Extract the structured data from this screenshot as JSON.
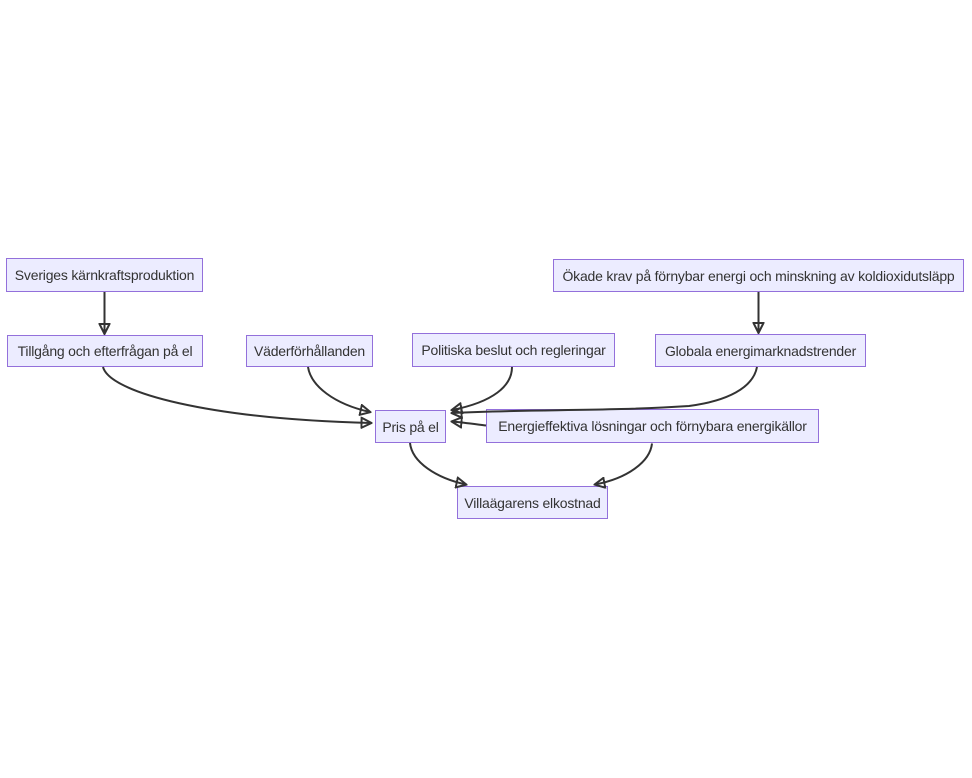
{
  "diagram": {
    "type": "flowchart",
    "direction": "top-down",
    "background": "#ffffff",
    "node_style": {
      "fill": "#ECECFF",
      "border": "#9370DB",
      "text_color": "#333333"
    },
    "edge_style": {
      "color": "#333333",
      "arrowhead": "filled-triangle"
    },
    "nodes": [
      {
        "id": "sveriges-karnkraftsproduktion",
        "label": "Sveriges kärnkraftsproduktion"
      },
      {
        "id": "okade-krav-fornybar-energi",
        "label": "Ökade krav på förnybar energi och minskning av koldioxidutsläpp"
      },
      {
        "id": "tillgang-och-efterfragan",
        "label": "Tillgång och efterfrågan på el"
      },
      {
        "id": "vaderforhallanden",
        "label": "Väderförhållanden"
      },
      {
        "id": "politiska-beslut",
        "label": "Politiska beslut och regleringar"
      },
      {
        "id": "globala-energimarknadstrender",
        "label": "Globala energimarknadstrender"
      },
      {
        "id": "pris-pa-el",
        "label": "Pris på el"
      },
      {
        "id": "energieffektiva-losningar",
        "label": "Energieffektiva lösningar och förnybara energikällor"
      },
      {
        "id": "villaagarens-elkostnad",
        "label": "Villaägarens elkostnad"
      }
    ],
    "edges": [
      {
        "from": "sveriges-karnkraftsproduktion",
        "to": "tillgang-och-efterfragan"
      },
      {
        "from": "okade-krav-fornybar-energi",
        "to": "globala-energimarknadstrender"
      },
      {
        "from": "tillgang-och-efterfragan",
        "to": "pris-pa-el"
      },
      {
        "from": "vaderforhallanden",
        "to": "pris-pa-el"
      },
      {
        "from": "politiska-beslut",
        "to": "pris-pa-el"
      },
      {
        "from": "globala-energimarknadstrender",
        "to": "pris-pa-el"
      },
      {
        "from": "energieffektiva-losningar",
        "to": "pris-pa-el"
      },
      {
        "from": "pris-pa-el",
        "to": "villaagarens-elkostnad"
      },
      {
        "from": "energieffektiva-losningar",
        "to": "villaagarens-elkostnad"
      }
    ]
  }
}
